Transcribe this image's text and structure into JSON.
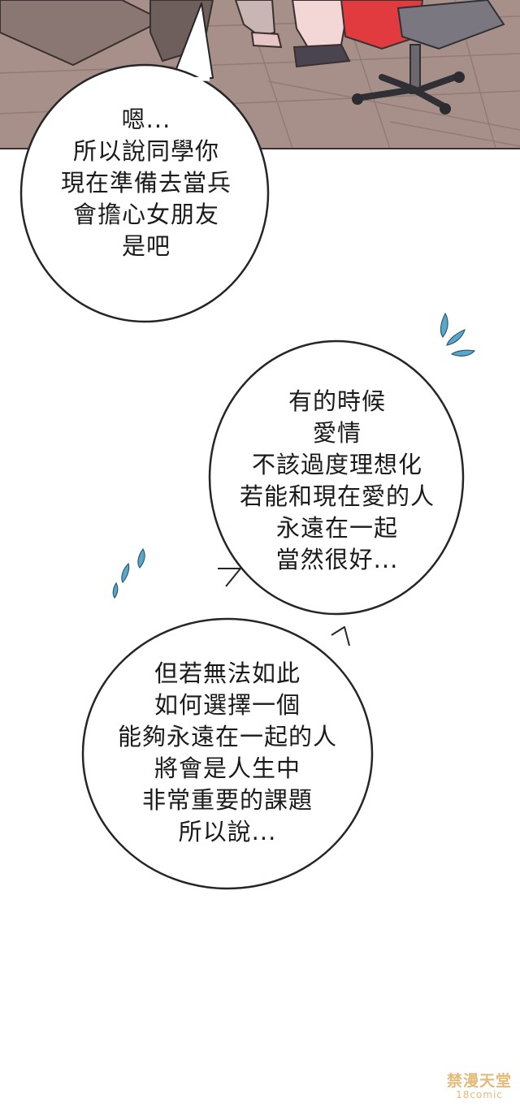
{
  "panel": {
    "floor_color": "#a7908a",
    "floor_line_color": "#8d7570"
  },
  "bubbles": [
    {
      "id": "bubble-1",
      "lines": [
        "嗯...",
        "所以說同學你",
        "現在準備去當兵",
        "會擔心女朋友",
        "是吧"
      ]
    },
    {
      "id": "bubble-2",
      "lines": [
        "有的時候",
        "愛情",
        "不該過度理想化",
        "若能和現在愛的人",
        "永遠在一起",
        "當然很好..."
      ]
    },
    {
      "id": "bubble-3",
      "lines": [
        "但若無法如此",
        "如何選擇一個",
        "能夠永遠在一起的人",
        "將會是人生中",
        "非常重要的課題",
        "所以說..."
      ]
    }
  ],
  "effects": {
    "sweat_color": "#5aa7c9"
  },
  "watermark": {
    "top": "禁漫天堂",
    "bottom": "18comic"
  }
}
